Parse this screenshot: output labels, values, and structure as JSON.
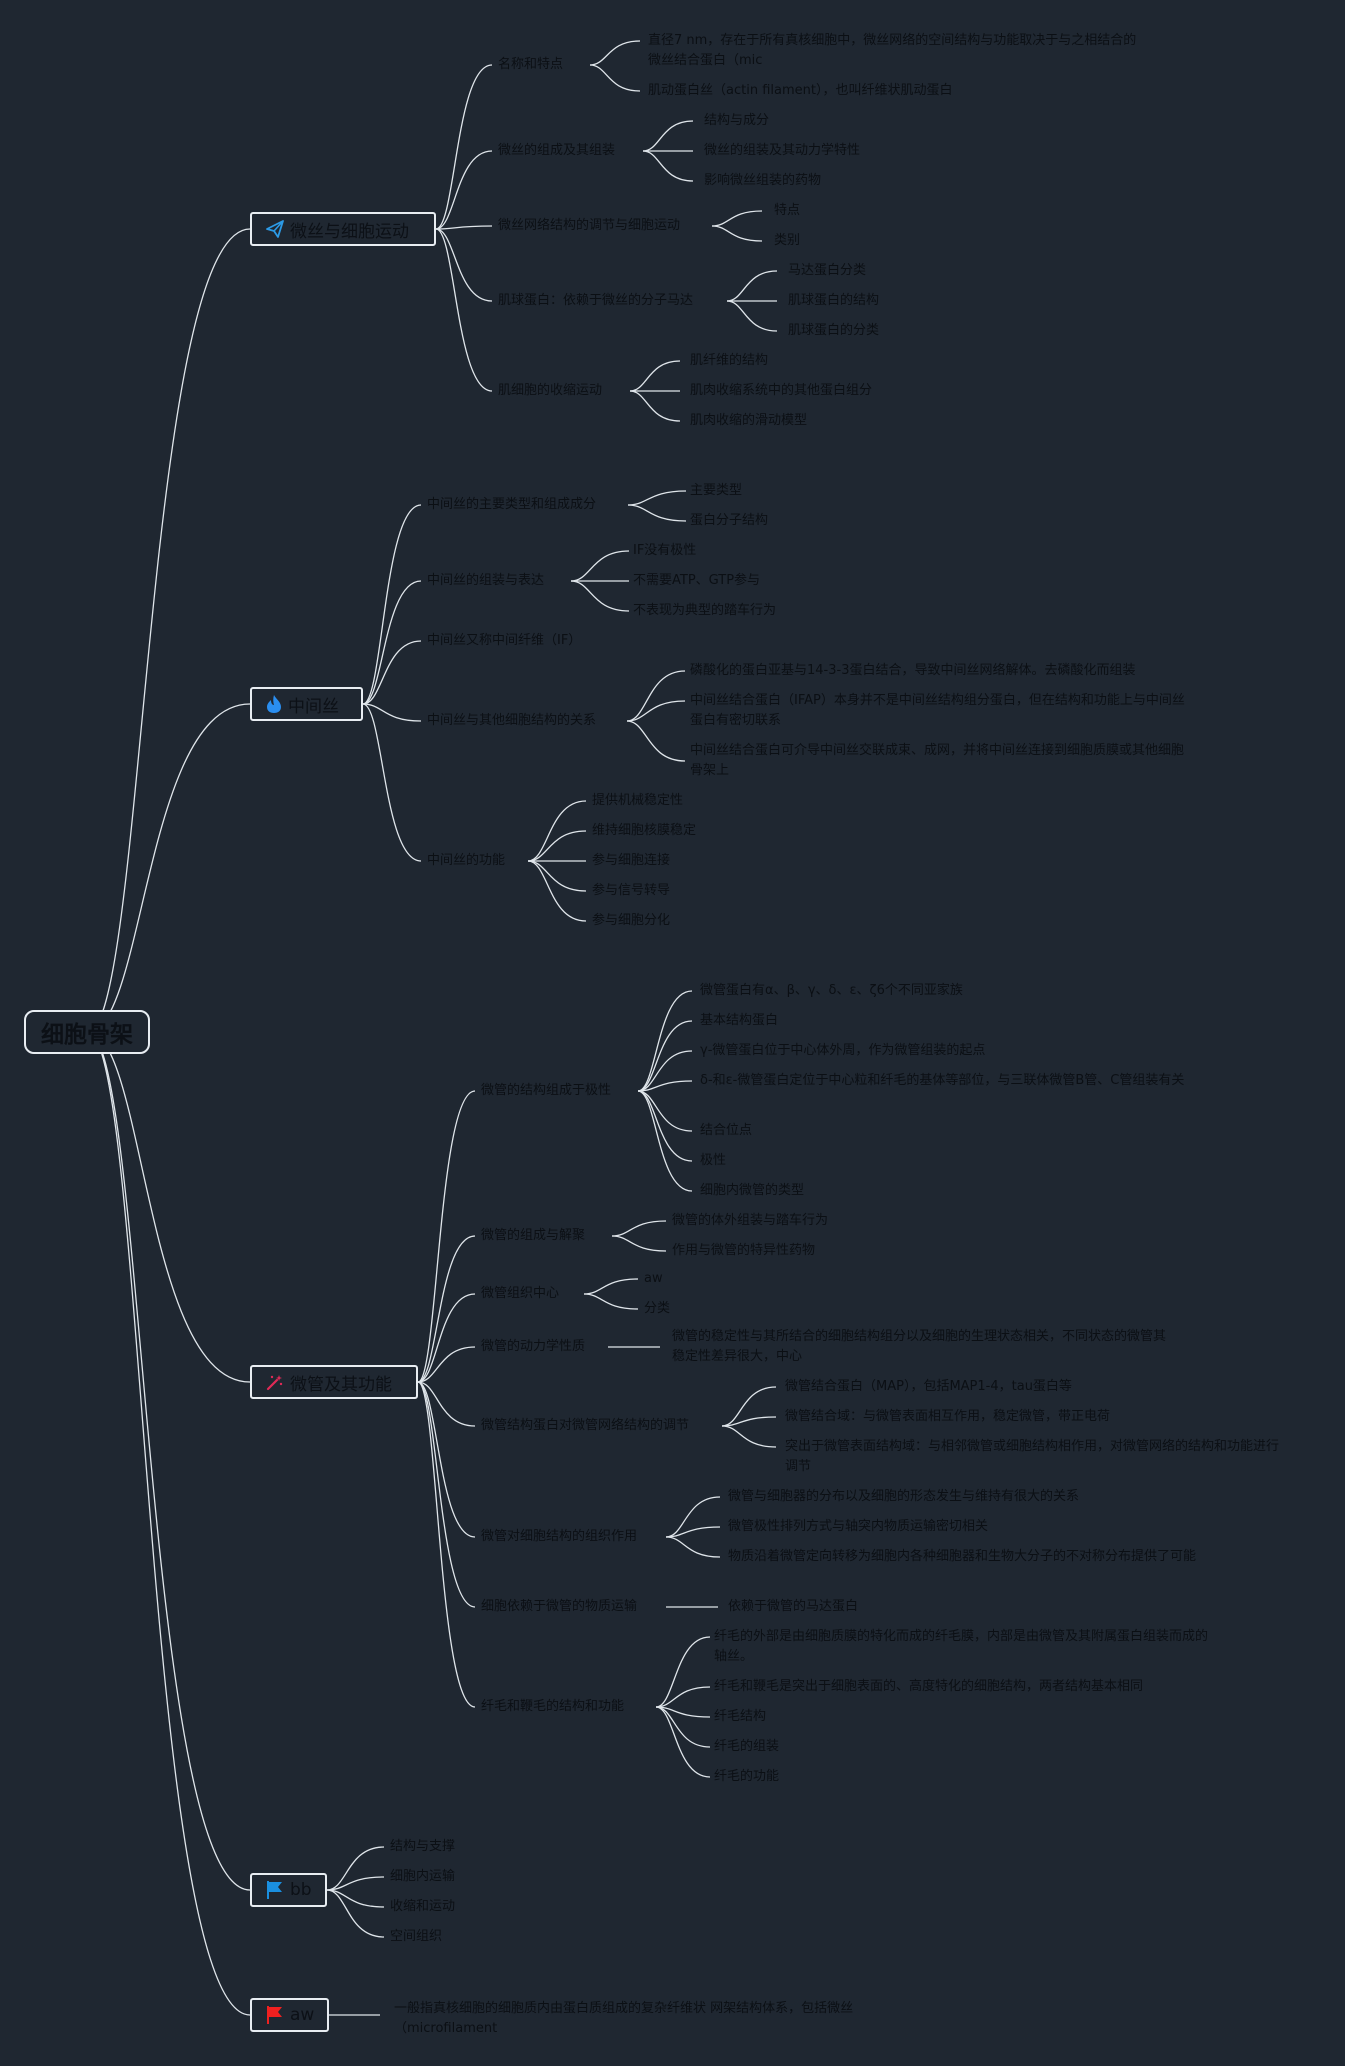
{
  "root": "细胞骨架",
  "branches": {
    "b1": {
      "title": "微丝与细胞运动",
      "icon": "paper-plane-icon",
      "subs": {
        "s1": {
          "label": "名称和特点",
          "leaves": [
            "直径7 nm，存在于所有真核细胞中，微丝网络的空间结构与功能取决于与之相结合的微丝结合蛋白（mic",
            "肌动蛋白丝（actin filament），也叫纤维状肌动蛋白"
          ]
        },
        "s2": {
          "label": "微丝的组成及其组装",
          "leaves": [
            "结构与成分",
            "微丝的组装及其动力学特性",
            "影响微丝组装的药物"
          ]
        },
        "s3": {
          "label": "微丝网络结构的调节与细胞运动",
          "leaves": [
            "特点",
            "类别"
          ]
        },
        "s4": {
          "label": "肌球蛋白：依赖于微丝的分子马达",
          "leaves": [
            "马达蛋白分类",
            "肌球蛋白的结构",
            "肌球蛋白的分类"
          ]
        },
        "s5": {
          "label": "肌细胞的收缩运动",
          "leaves": [
            "肌纤维的结构",
            "肌肉收缩系统中的其他蛋白组分",
            "肌肉收缩的滑动模型"
          ]
        }
      }
    },
    "b2": {
      "title": "中间丝",
      "icon": "flame-icon",
      "subs": {
        "s1": {
          "label": "中间丝的主要类型和组成成分",
          "leaves": [
            "主要类型",
            "蛋白分子结构"
          ]
        },
        "s2": {
          "label": "中间丝的组装与表达",
          "leaves": [
            "IF没有极性",
            "不需要ATP、GTP参与",
            "不表现为典型的踏车行为"
          ]
        },
        "s3": {
          "label": "中间丝又称中间纤维（IF）",
          "leaves": []
        },
        "s4": {
          "label": "中间丝与其他细胞结构的关系",
          "leaves": [
            "磷酸化的蛋白亚基与14-3-3蛋白结合，导致中间丝网络解体。去磷酸化而组装",
            "中间丝结合蛋白（IFAP）本身并不是中间丝结构组分蛋白，但在结构和功能上与中间丝蛋白有密切联系",
            "中间丝结合蛋白可介导中间丝交联成束、成网，并将中间丝连接到细胞质膜或其他细胞骨架上"
          ]
        },
        "s5": {
          "label": "中间丝的功能",
          "leaves": [
            "提供机械稳定性",
            "维持细胞核膜稳定",
            "参与细胞连接",
            "参与信号转导",
            "参与细胞分化"
          ]
        }
      }
    },
    "b3": {
      "title": "微管及其功能",
      "icon": "magic-wand-icon",
      "subs": {
        "s1": {
          "label": "微管的结构组成于极性",
          "leaves": [
            "微管蛋白有α、β、γ、δ、ε、ζ6个不同亚家族",
            "基本结构蛋白",
            "γ-微管蛋白位于中心体外周，作为微管组装的起点",
            "δ-和ε-微管蛋白定位于中心粒和纤毛的基体等部位，与三联体微管B管、C管组装有关",
            "结合位点",
            "极性",
            "细胞内微管的类型"
          ]
        },
        "s2": {
          "label": "微管的组成与解聚",
          "leaves": [
            "微管的体外组装与踏车行为",
            "作用与微管的特异性药物"
          ]
        },
        "s3": {
          "label": "微管组织中心",
          "leaves": [
            "aw",
            "分类"
          ]
        },
        "s4": {
          "label": "微管的动力学性质",
          "leaves": [
            "微管的稳定性与其所结合的细胞结构组分以及细胞的生理状态相关，不同状态的微管其稳定性差异很大，中心"
          ]
        },
        "s5": {
          "label": "微管结构蛋白对微管网络结构的调节",
          "leaves": [
            "微管结合蛋白（MAP），包括MAP1-4，tau蛋白等",
            "微管结合域：与微管表面相互作用，稳定微管，带正电荷",
            "突出于微管表面结构域：与相邻微管或细胞结构相作用，对微管网络的结构和功能进行调节"
          ]
        },
        "s6": {
          "label": "微管对细胞结构的组织作用",
          "leaves": [
            "微管与细胞器的分布以及细胞的形态发生与维持有很大的关系",
            "微管极性排列方式与轴突内物质运输密切相关",
            "物质沿着微管定向转移为细胞内各种细胞器和生物大分子的不对称分布提供了可能"
          ]
        },
        "s7": {
          "label": "细胞依赖于微管的物质运输",
          "leaves": [
            "依赖于微管的马达蛋白"
          ]
        },
        "s8": {
          "label": "纤毛和鞭毛的结构和功能",
          "leaves": [
            "纤毛的外部是由细胞质膜的特化而成的纤毛膜，内部是由微管及其附属蛋白组装而成的轴丝。",
            "纤毛和鞭毛是突出于细胞表面的、高度特化的细胞结构，两者结构基本相同",
            "纤毛结构",
            "纤毛的组装",
            "纤毛的功能"
          ]
        }
      }
    },
    "b4": {
      "title": "bb",
      "icon": "blue-flag-icon",
      "leaves": [
        "结构与支撑",
        "细胞内运输",
        "收缩和运动",
        "空间组织"
      ]
    },
    "b5": {
      "title": "aw",
      "icon": "red-flag-icon",
      "leaves": [
        "一般指真核细胞的细胞质内由蛋白质组成的复杂纤维状 网架结构体系，包括微丝（microfilament"
      ]
    }
  },
  "colors": {
    "background": "#1f2731",
    "line": "#dfe5ea",
    "text": "#0b0f14",
    "plane_icon": "#2c9ae6",
    "flame_icon": "#2a8ef0",
    "wand_icon": "#e02a57",
    "blue_flag": "#1a8fe0",
    "red_flag": "#f02020"
  }
}
